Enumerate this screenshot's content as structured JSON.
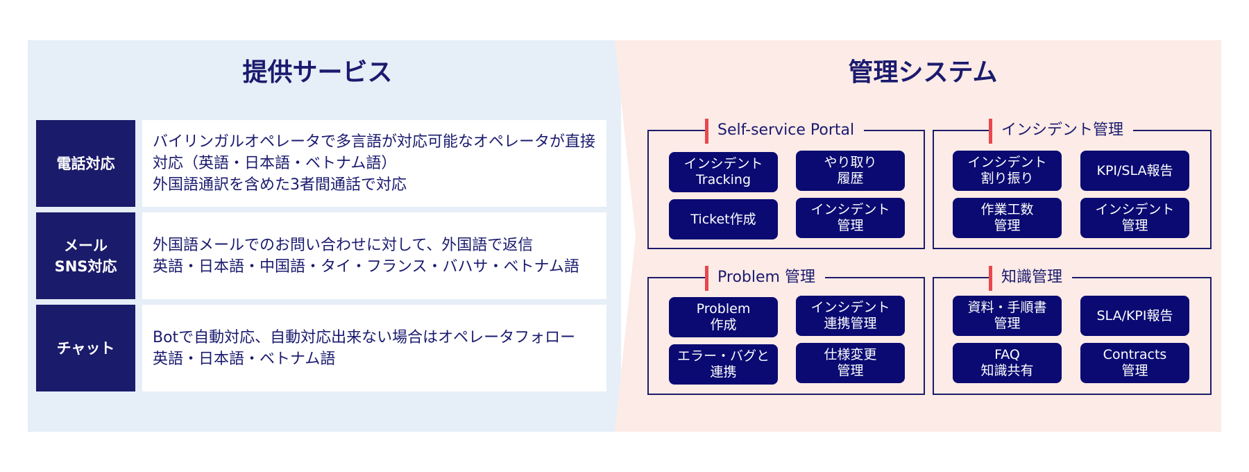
{
  "left": {
    "title": "提供サービス",
    "rows": [
      {
        "label": "電話対応",
        "lines": [
          "バイリンガルオペレータで多言語が対応可能なオペレータが直接",
          "対応（英語・日本語・ベトナム語）",
          "外国語通訳を含めた3者間通話で対応"
        ]
      },
      {
        "label": "メール\nSNS対応",
        "lines": [
          "外国語メールでのお問い合わせに対して、外国語で返信",
          "英語・日本語・中国語・タイ・フランス・バハサ・ベトナム語"
        ]
      },
      {
        "label": "チャット",
        "lines": [
          "Botで自動対応、自動対応出来ない場合はオペレータフォロー",
          "英語・日本語・ベトナム語"
        ]
      }
    ]
  },
  "right": {
    "title": "管理システム",
    "groups": [
      {
        "title": "Self-service  Portal",
        "tiles": [
          "インシデント\nTracking",
          "やり取り\n履歴",
          "Ticket作成",
          "インシデント\n管理"
        ]
      },
      {
        "title": "インシデント管理",
        "tiles": [
          "インシデント\n割り振り",
          "KPI/SLA報告",
          "作業工数\n管理",
          "インシデント\n管理"
        ]
      },
      {
        "title": "Problem 管理",
        "tiles": [
          "Problem\n作成",
          "インシデント\n連携管理",
          "エラー・バグと\n連携",
          "仕様変更\n管理"
        ]
      },
      {
        "title": "知識管理",
        "tiles": [
          "資料・手順書\n管理",
          "SLA/KPI報告",
          "FAQ\n知識共有",
          "Contracts\n管理"
        ]
      }
    ]
  },
  "colors": {
    "navy": "#1b1b6b",
    "tile": "#0a0a72",
    "accent_red": "#e8474e",
    "left_bg": "#e6eef7",
    "right_bg": "#fcebe6"
  }
}
